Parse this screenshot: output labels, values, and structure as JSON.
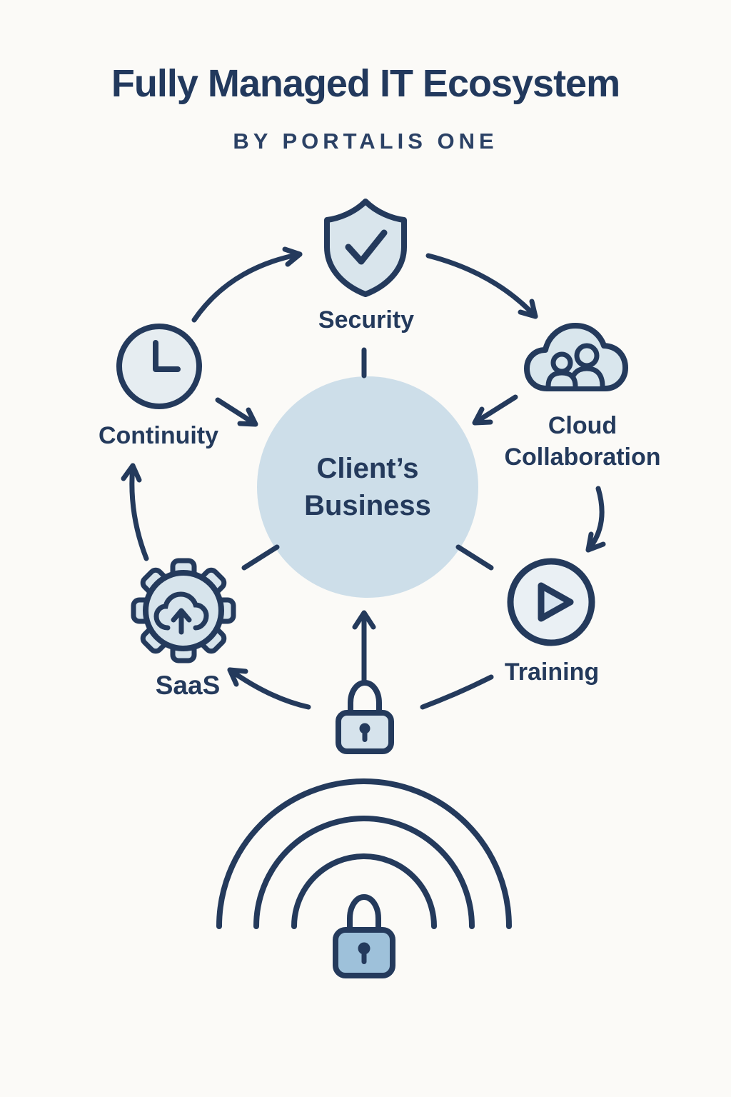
{
  "header": {
    "title": "Fully Managed IT Ecosystem",
    "subtitle": "BY PORTALIS ONE"
  },
  "center": {
    "label": "Client’s\nBusiness"
  },
  "nodes": {
    "security": {
      "label": "Security"
    },
    "cloud_collaboration": {
      "label": "Cloud Collaboration"
    },
    "training": {
      "label": "Training"
    },
    "saas": {
      "label": "SaaS"
    },
    "continuity": {
      "label": "Continuity"
    }
  },
  "icons": {
    "security": "shield-check-icon",
    "cloud_collaboration": "cloud-users-icon",
    "training": "play-circle-icon",
    "saas": "gear-cloud-upload-icon",
    "continuity": "clock-icon",
    "secure_access": "padlock-icon",
    "network_security": "wifi-arcs-lock-icon"
  },
  "colors": {
    "navy": "#243a5c",
    "node_fill": "#d9e5ec",
    "center_fill": "#cddee9",
    "bottom_lock_fill": "#9ec1da",
    "background": "#fbfaf7"
  }
}
